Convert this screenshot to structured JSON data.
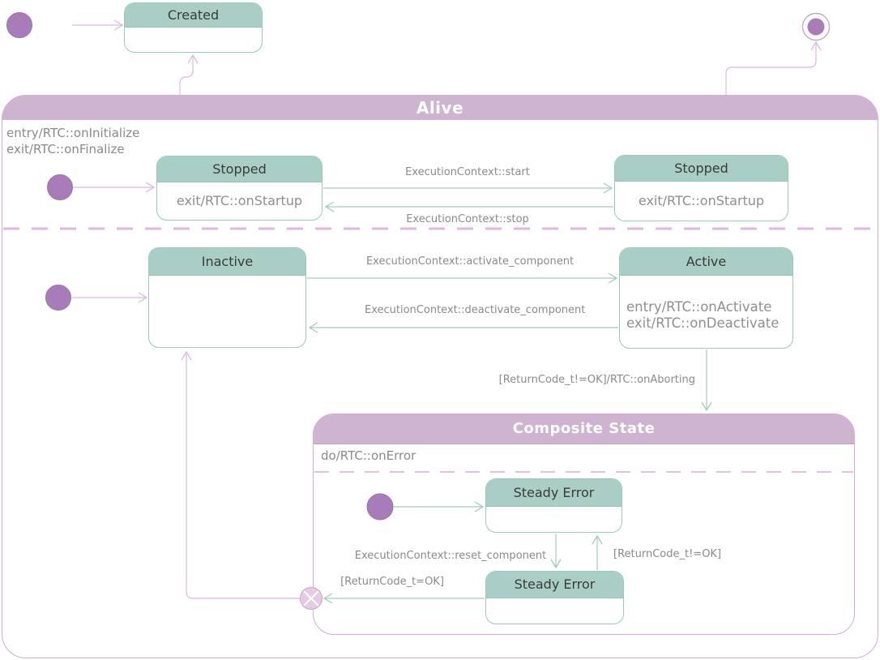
{
  "diagram": {
    "kind": "UML state machine"
  },
  "containers": {
    "alive": {
      "title": "Alive",
      "entry_action": "entry/RTC::onInitialize",
      "exit_action": "exit/RTC::onFinalize"
    },
    "composite": {
      "title": "Composite State",
      "do_action": "do/RTC::onError"
    }
  },
  "nodes": {
    "created": {
      "title": "Created"
    },
    "stopped_left": {
      "title": "Stopped",
      "body": "exit/RTC::onStartup"
    },
    "stopped_right": {
      "title": "Stopped",
      "body": "exit/RTC::onStartup"
    },
    "inactive": {
      "title": "Inactive"
    },
    "active": {
      "title": "Active",
      "entry_action": "entry/RTC::onActivate",
      "exit_action": "exit/RTC::onDeactivate"
    },
    "steady_error_top": {
      "title": "Steady Error"
    },
    "steady_error_bottom": {
      "title": "Steady Error"
    }
  },
  "transitions": {
    "start": "ExecutionContext::start",
    "stop": "ExecutionContext::stop",
    "activate": "ExecutionContext::activate_component",
    "deactivate": "ExecutionContext::deactivate_component",
    "aborting": "[ReturnCode_t!=OK]/RTC::onAborting",
    "error_retry": "[ReturnCode_t!=OK]",
    "error_recovered": "[ReturnCode_t=OK]",
    "reset": "ExecutionContext::reset_component"
  },
  "colors": {
    "state_header_teal": "#a9cec5",
    "state_border_teal": "#9cc7bd",
    "container_header_pink": "#cfb4d1",
    "container_border_pink": "#cfaed1",
    "pseudostate_purple": "#a87cb8",
    "teal_edge": "#a3cabf",
    "pink_edge": "#d9bbda",
    "label_gray": "#8a8a8a",
    "title_dark": "#3a3a3a"
  }
}
